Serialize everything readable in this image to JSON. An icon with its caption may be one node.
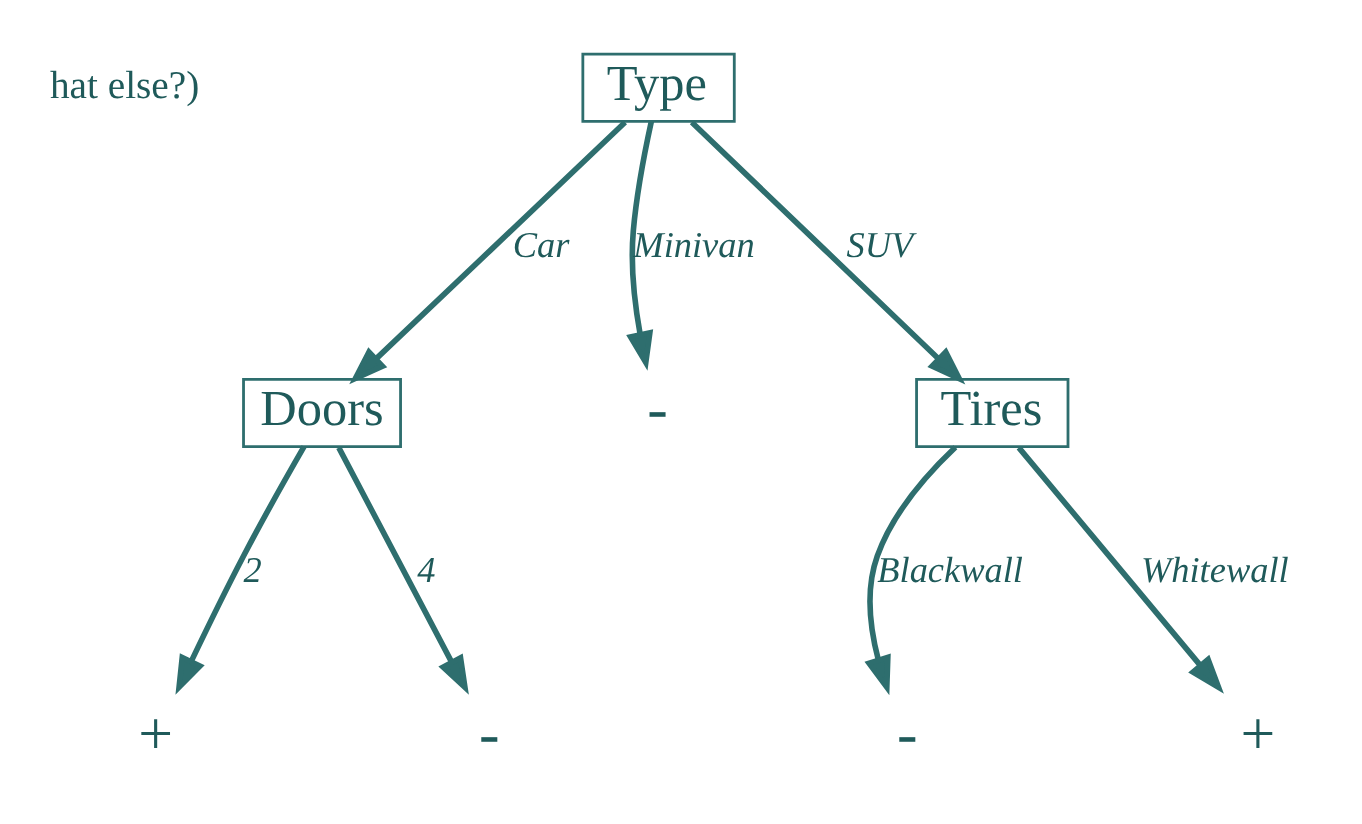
{
  "diagram": {
    "nodes": [
      {
        "text": [
          "Type"
        ]
      },
      {
        "text": [
          "Doors"
        ]
      },
      {
        "text": [
          "-"
        ]
      },
      {
        "text": [
          "Tires"
        ]
      },
      {
        "text": [
          "+"
        ]
      },
      {
        "text": [
          "-"
        ]
      },
      {
        "text": [
          "-"
        ]
      },
      {
        "text": [
          "+"
        ]
      }
    ],
    "edges": [
      {
        "from": 0,
        "to": 1,
        "arrow": "to",
        "label": "Car"
      },
      {
        "from": 0,
        "to": 2,
        "arrow": "to",
        "label": "Minivan"
      },
      {
        "from": 0,
        "to": 3,
        "arrow": "to",
        "label": "SUV"
      },
      {
        "from": 1,
        "to": 4,
        "arrow": "to",
        "label": "2"
      },
      {
        "from": 1,
        "to": 5,
        "arrow": "to",
        "label": "4"
      },
      {
        "from": 3,
        "to": 6,
        "arrow": "to",
        "label": "Blackwall"
      },
      {
        "from": 3,
        "to": 7,
        "arrow": "to",
        "label": "Whitewall"
      }
    ],
    "labels": [
      "hat else?)"
    ]
  }
}
